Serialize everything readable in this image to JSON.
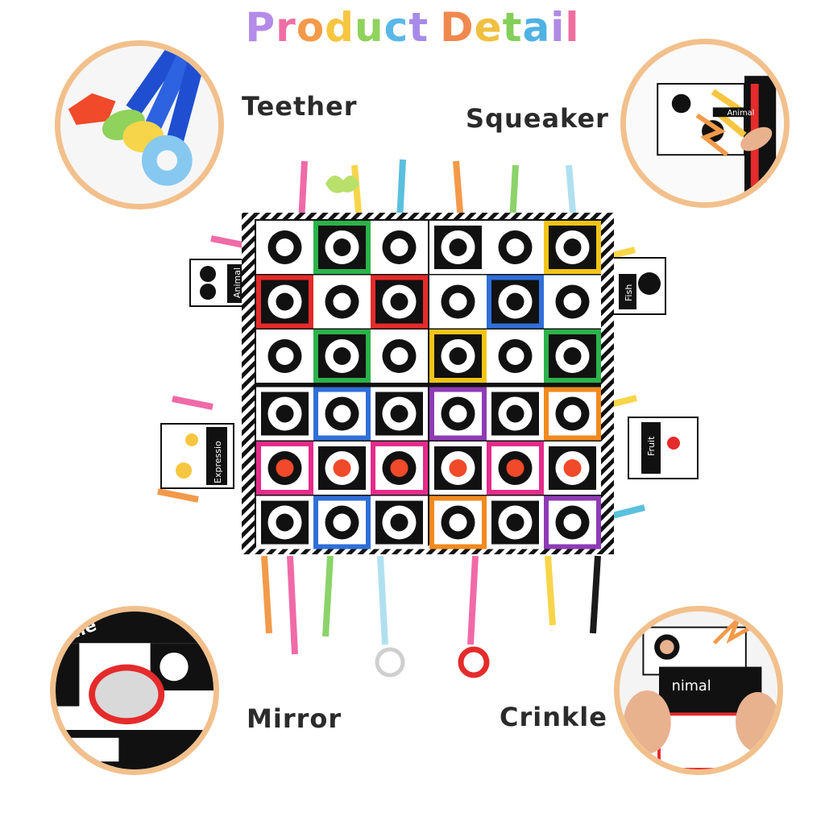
{
  "title": "Product Detail",
  "title_colors": [
    "#b48be8",
    "#ef6fa5",
    "#f39a4a",
    "#f7c640",
    "#8fd25c",
    "#59b8e8",
    "#a78be8",
    "#f0894f",
    "#f0c040",
    "#84cf5a",
    "#4fb2e3",
    "#b08ae4",
    "#ee6f9d",
    "#f59a45"
  ],
  "features": {
    "teether": "Teether",
    "squeaker": "Squeaker",
    "mirror": "Mirror",
    "crinkle": "Crinkle"
  },
  "tags": {
    "animal": "Animal",
    "fish": "Fish",
    "expression": "Expressio",
    "fruit": "Fruit",
    "circle": "cle",
    "animal_hand": "nimal"
  },
  "accent": {
    "circle_border": "#f2c08c",
    "label_text": "#2b2b2b"
  },
  "grid_frame_colors": [
    [
      "#ffffff",
      "#2bb34a",
      "#ffffff",
      "#ffffff",
      "#ffffff",
      "#f2c418"
    ],
    [
      "#e52b2b",
      "#ffffff",
      "#e52b2b",
      "#ffffff",
      "#2f6fd8",
      "#ffffff"
    ],
    [
      "#ffffff",
      "#2bb34a",
      "#ffffff",
      "#f2c418",
      "#ffffff",
      "#2bb34a"
    ],
    [
      "#ffffff",
      "#2f6fd8",
      "#ffffff",
      "#8e3bb5",
      "#ffffff",
      "#f28a1e"
    ],
    [
      "#e52b8a",
      "#ffffff",
      "#e52b8a",
      "#ffffff",
      "#e52b8a",
      "#ffffff"
    ],
    [
      "#ffffff",
      "#2f6fd8",
      "#ffffff",
      "#f28a1e",
      "#ffffff",
      "#8e3bb5"
    ]
  ],
  "ribbon_colors": [
    "#f06aa8",
    "#f7d54a",
    "#5bc0de",
    "#f39a4a",
    "#8bd36a",
    "#b0e0f0",
    "#f06aa8",
    "#f7d54a",
    "#1a1a1a"
  ]
}
